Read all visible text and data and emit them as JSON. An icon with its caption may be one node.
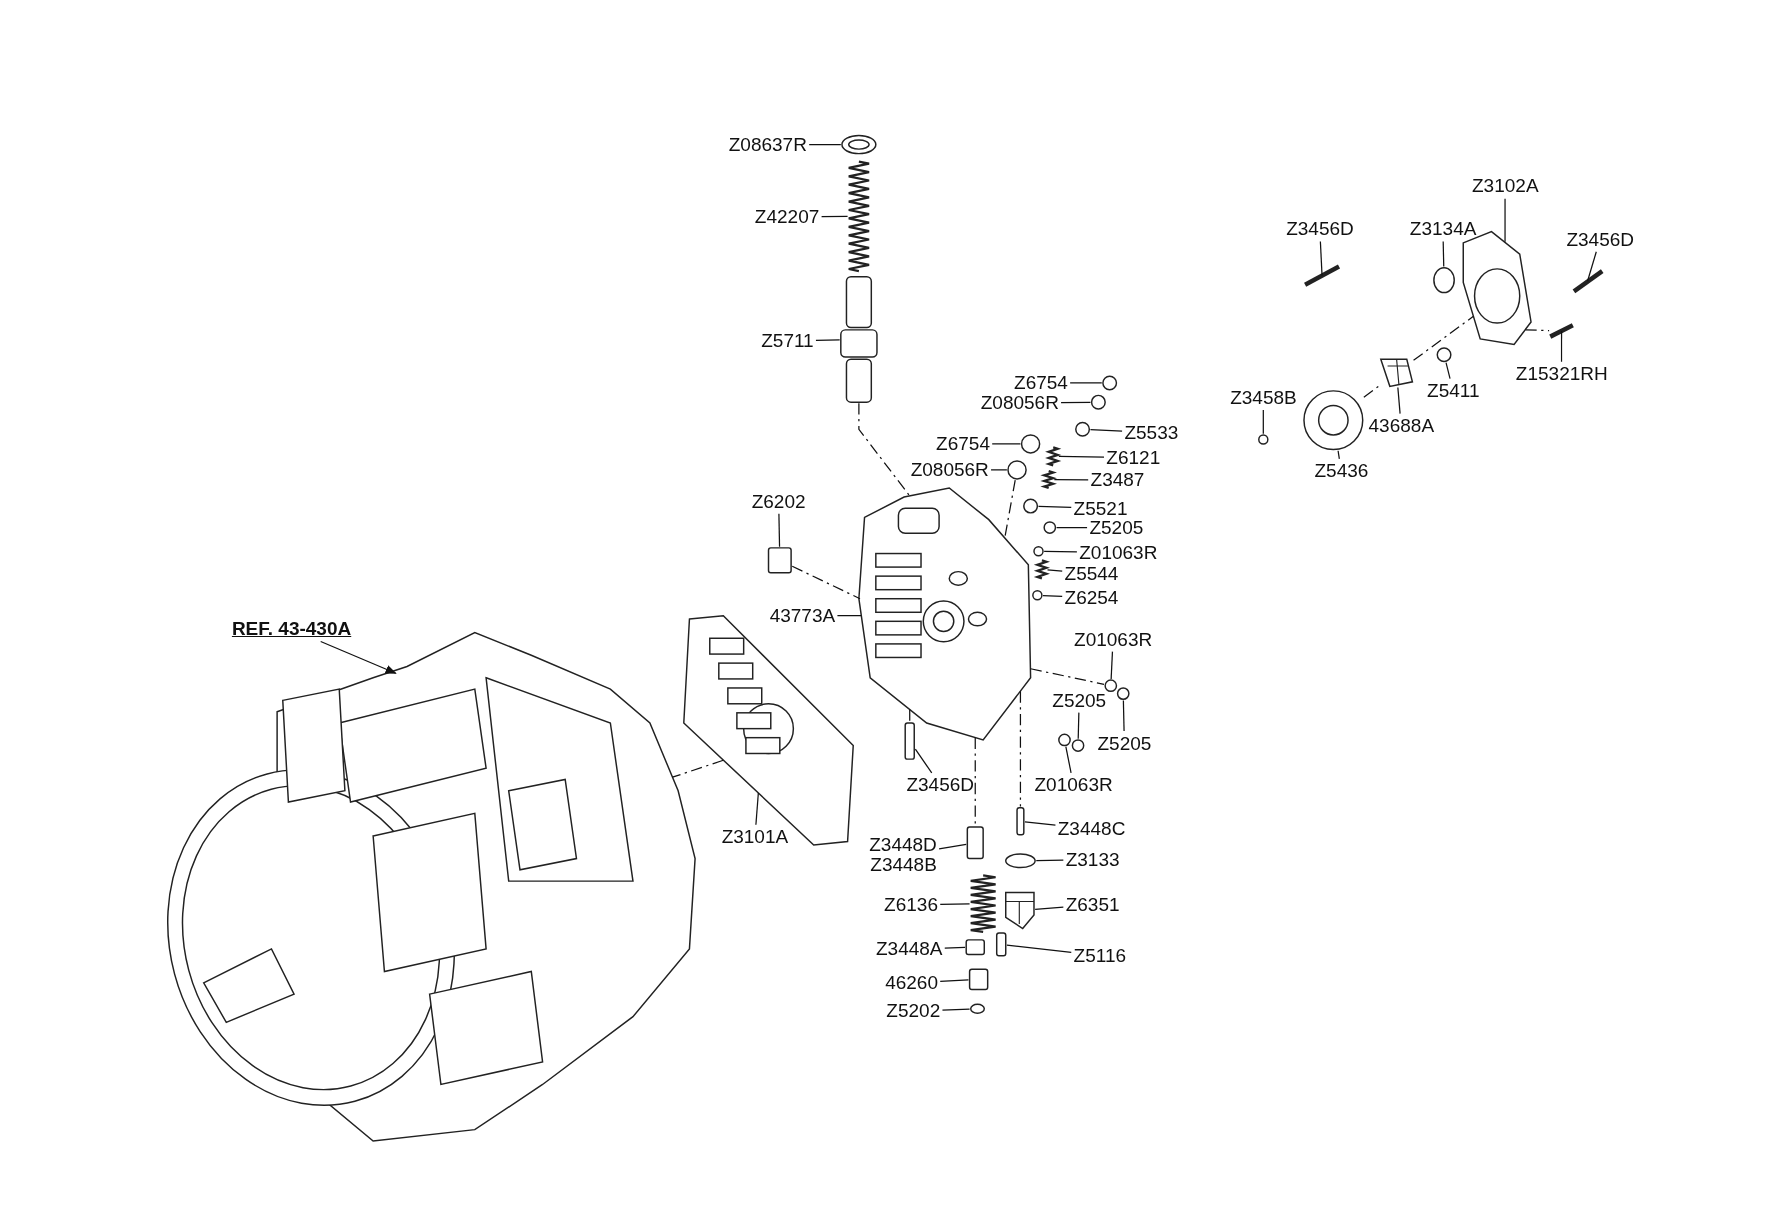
{
  "diagram": {
    "nodes": [
      {
        "text": [
          "Z08637R"
        ]
      },
      {
        "text": [
          "Z42207"
        ]
      },
      {
        "text": [
          "Z5711"
        ]
      },
      {
        "text": [
          "Z6754"
        ]
      },
      {
        "text": [
          "Z08056R"
        ]
      },
      {
        "text": [
          "Z5533"
        ]
      },
      {
        "text": [
          "Z6754"
        ]
      },
      {
        "text": [
          "Z6121"
        ]
      },
      {
        "text": [
          "Z08056R"
        ]
      },
      {
        "text": [
          "Z3487"
        ]
      },
      {
        "text": [
          "Z6202"
        ]
      },
      {
        "text": [
          "Z5521"
        ]
      },
      {
        "text": [
          "Z5205"
        ]
      },
      {
        "text": [
          "Z01063R"
        ]
      },
      {
        "text": [
          "Z5544"
        ]
      },
      {
        "text": [
          "Z6254"
        ]
      },
      {
        "text": [
          "43773A"
        ]
      },
      {
        "text": [
          "Z01063R"
        ]
      },
      {
        "text": [
          "Z5205"
        ]
      },
      {
        "text": [
          "Z5205"
        ]
      },
      {
        "text": [
          "Z01063R"
        ]
      },
      {
        "text": [
          "Z3456D"
        ]
      },
      {
        "text": [
          "Z3101A"
        ]
      },
      {
        "text": [
          "Z3448D",
          "Z3448B"
        ]
      },
      {
        "text": [
          "Z3448C"
        ]
      },
      {
        "text": [
          "Z3133"
        ]
      },
      {
        "text": [
          "Z6136"
        ]
      },
      {
        "text": [
          "Z6351"
        ]
      },
      {
        "text": [
          "Z3448A"
        ]
      },
      {
        "text": [
          "Z5116"
        ]
      },
      {
        "text": [
          "46260"
        ]
      },
      {
        "text": [
          "Z5202"
        ]
      },
      {
        "text": [
          "Z3456D"
        ]
      },
      {
        "text": [
          "Z3134A"
        ]
      },
      {
        "text": [
          "Z3102A"
        ]
      },
      {
        "text": [
          "Z3456D"
        ]
      },
      {
        "text": [
          "Z3458B"
        ]
      },
      {
        "text": [
          "Z5436"
        ]
      },
      {
        "text": [
          "43688A"
        ]
      },
      {
        "text": [
          "Z5411"
        ]
      },
      {
        "text": [
          "Z15321RH"
        ]
      },
      {
        "text": [
          "REF. 43-430A"
        ]
      },
      {
        "text": [],
        "shape": "picture"
      },
      {
        "text": [],
        "shape": "picture"
      },
      {
        "text": [],
        "shape": "picture"
      },
      {
        "text": [],
        "shape": "circle"
      },
      {
        "text": [],
        "shape": "circle"
      },
      {
        "text": [],
        "shape": "circle"
      },
      {
        "text": [],
        "shape": "circle"
      },
      {
        "text": [],
        "shape": "picture"
      },
      {
        "text": [],
        "shape": "circle"
      },
      {
        "text": [],
        "shape": "picture"
      },
      {
        "text": [],
        "shape": "box"
      },
      {
        "text": [],
        "shape": "circle"
      },
      {
        "text": [],
        "shape": "circle"
      },
      {
        "text": [],
        "shape": "circle"
      },
      {
        "text": [],
        "shape": "picture"
      },
      {
        "text": [],
        "shape": "circle"
      },
      {
        "text": [],
        "shape": "picture"
      },
      {
        "text": [],
        "shape": "circle"
      },
      {
        "text": [],
        "shape": "circle"
      },
      {
        "text": [],
        "shape": "circle"
      },
      {
        "text": [],
        "shape": "circle"
      },
      {
        "text": [],
        "shape": "box"
      },
      {
        "text": [],
        "shape": "picture"
      },
      {
        "text": [],
        "shape": "box"
      },
      {
        "text": [],
        "shape": "box"
      },
      {
        "text": [],
        "shape": "circle"
      },
      {
        "text": [],
        "shape": "picture"
      },
      {
        "text": [],
        "shape": "picture"
      },
      {
        "text": [],
        "shape": "box"
      },
      {
        "text": [],
        "shape": "box"
      },
      {
        "text": [],
        "shape": "box"
      },
      {
        "text": [],
        "shape": "circle"
      },
      {
        "text": [],
        "shape": "bar"
      },
      {
        "text": [],
        "shape": "circle"
      },
      {
        "text": [],
        "shape": "picture"
      },
      {
        "text": [],
        "shape": "bar"
      },
      {
        "text": [],
        "shape": "circle"
      },
      {
        "text": [],
        "shape": "picture"
      },
      {
        "text": [],
        "shape": "picture"
      },
      {
        "text": [],
        "shape": "circle"
      },
      {
        "text": [],
        "shape": "bar"
      },
      {
        "text": [],
        "shape": "picture"
      }
    ],
    "edges": [
      {
        "from": 0,
        "to": 42,
        "arrow": "none"
      },
      {
        "from": 1,
        "to": 43,
        "arrow": "none"
      },
      {
        "from": 2,
        "to": 44,
        "arrow": "none"
      },
      {
        "from": 3,
        "to": 45,
        "arrow": "none"
      },
      {
        "from": 4,
        "to": 46,
        "arrow": "none"
      },
      {
        "from": 5,
        "to": 47,
        "arrow": "none"
      },
      {
        "from": 6,
        "to": 48,
        "arrow": "none"
      },
      {
        "from": 7,
        "to": 49,
        "arrow": "none"
      },
      {
        "from": 8,
        "to": 50,
        "arrow": "none"
      },
      {
        "from": 9,
        "to": 51,
        "arrow": "none"
      },
      {
        "from": 10,
        "to": 52,
        "arrow": "none"
      },
      {
        "from": 11,
        "to": 53,
        "arrow": "none"
      },
      {
        "from": 12,
        "to": 54,
        "arrow": "none"
      },
      {
        "from": 13,
        "to": 55,
        "arrow": "none"
      },
      {
        "from": 14,
        "to": 56,
        "arrow": "none"
      },
      {
        "from": 15,
        "to": 57,
        "arrow": "none"
      },
      {
        "from": 16,
        "to": 58,
        "arrow": "none"
      },
      {
        "from": 17,
        "to": 59,
        "arrow": "none"
      },
      {
        "from": 18,
        "to": 60,
        "arrow": "none"
      },
      {
        "from": 19,
        "to": 61,
        "arrow": "none"
      },
      {
        "from": 20,
        "to": 62,
        "arrow": "none"
      },
      {
        "from": 21,
        "to": 63,
        "arrow": "none"
      },
      {
        "from": 22,
        "to": 64,
        "arrow": "none"
      },
      {
        "from": 23,
        "to": 65,
        "arrow": "none"
      },
      {
        "from": 24,
        "to": 66,
        "arrow": "none"
      },
      {
        "from": 25,
        "to": 67,
        "arrow": "none"
      },
      {
        "from": 26,
        "to": 68,
        "arrow": "none"
      },
      {
        "from": 27,
        "to": 69,
        "arrow": "none"
      },
      {
        "from": 28,
        "to": 70,
        "arrow": "none"
      },
      {
        "from": 29,
        "to": 71,
        "arrow": "none"
      },
      {
        "from": 30,
        "to": 72,
        "arrow": "none"
      },
      {
        "from": 31,
        "to": 73,
        "arrow": "none"
      },
      {
        "from": 32,
        "to": 74,
        "arrow": "none"
      },
      {
        "from": 33,
        "to": 75,
        "arrow": "none"
      },
      {
        "from": 34,
        "to": 76,
        "arrow": "none"
      },
      {
        "from": 35,
        "to": 77,
        "arrow": "none"
      },
      {
        "from": 36,
        "to": 78,
        "arrow": "none"
      },
      {
        "from": 37,
        "to": 79,
        "arrow": "none"
      },
      {
        "from": 38,
        "to": 80,
        "arrow": "none"
      },
      {
        "from": 39,
        "to": 81,
        "arrow": "none"
      },
      {
        "from": 40,
        "to": 82,
        "arrow": "none"
      },
      {
        "from": 41,
        "to": 83,
        "arrow": "to"
      },
      {
        "from": 44,
        "to": 58,
        "arrow": "none",
        "style": "dashed"
      },
      {
        "from": 52,
        "to": 58,
        "arrow": "none",
        "style": "dashed"
      },
      {
        "from": 64,
        "to": 83,
        "arrow": "none",
        "style": "dashed"
      },
      {
        "from": 58,
        "to": 63,
        "arrow": "none",
        "style": "dashed"
      },
      {
        "from": 58,
        "to": 65,
        "arrow": "none",
        "style": "dashed"
      },
      {
        "from": 58,
        "to": 66,
        "arrow": "none",
        "style": "dashed"
      },
      {
        "from": 50,
        "to": 58,
        "arrow": "none",
        "style": "dashed"
      },
      {
        "from": 58,
        "to": 59,
        "arrow": "none",
        "style": "dashed"
      },
      {
        "from": 79,
        "to": 80,
        "arrow": "none",
        "style": "dashed"
      },
      {
        "from": 80,
        "to": 76,
        "arrow": "none",
        "style": "dashed"
      },
      {
        "from": 76,
        "to": 82,
        "arrow": "none",
        "style": "dashed"
      }
    ]
  }
}
